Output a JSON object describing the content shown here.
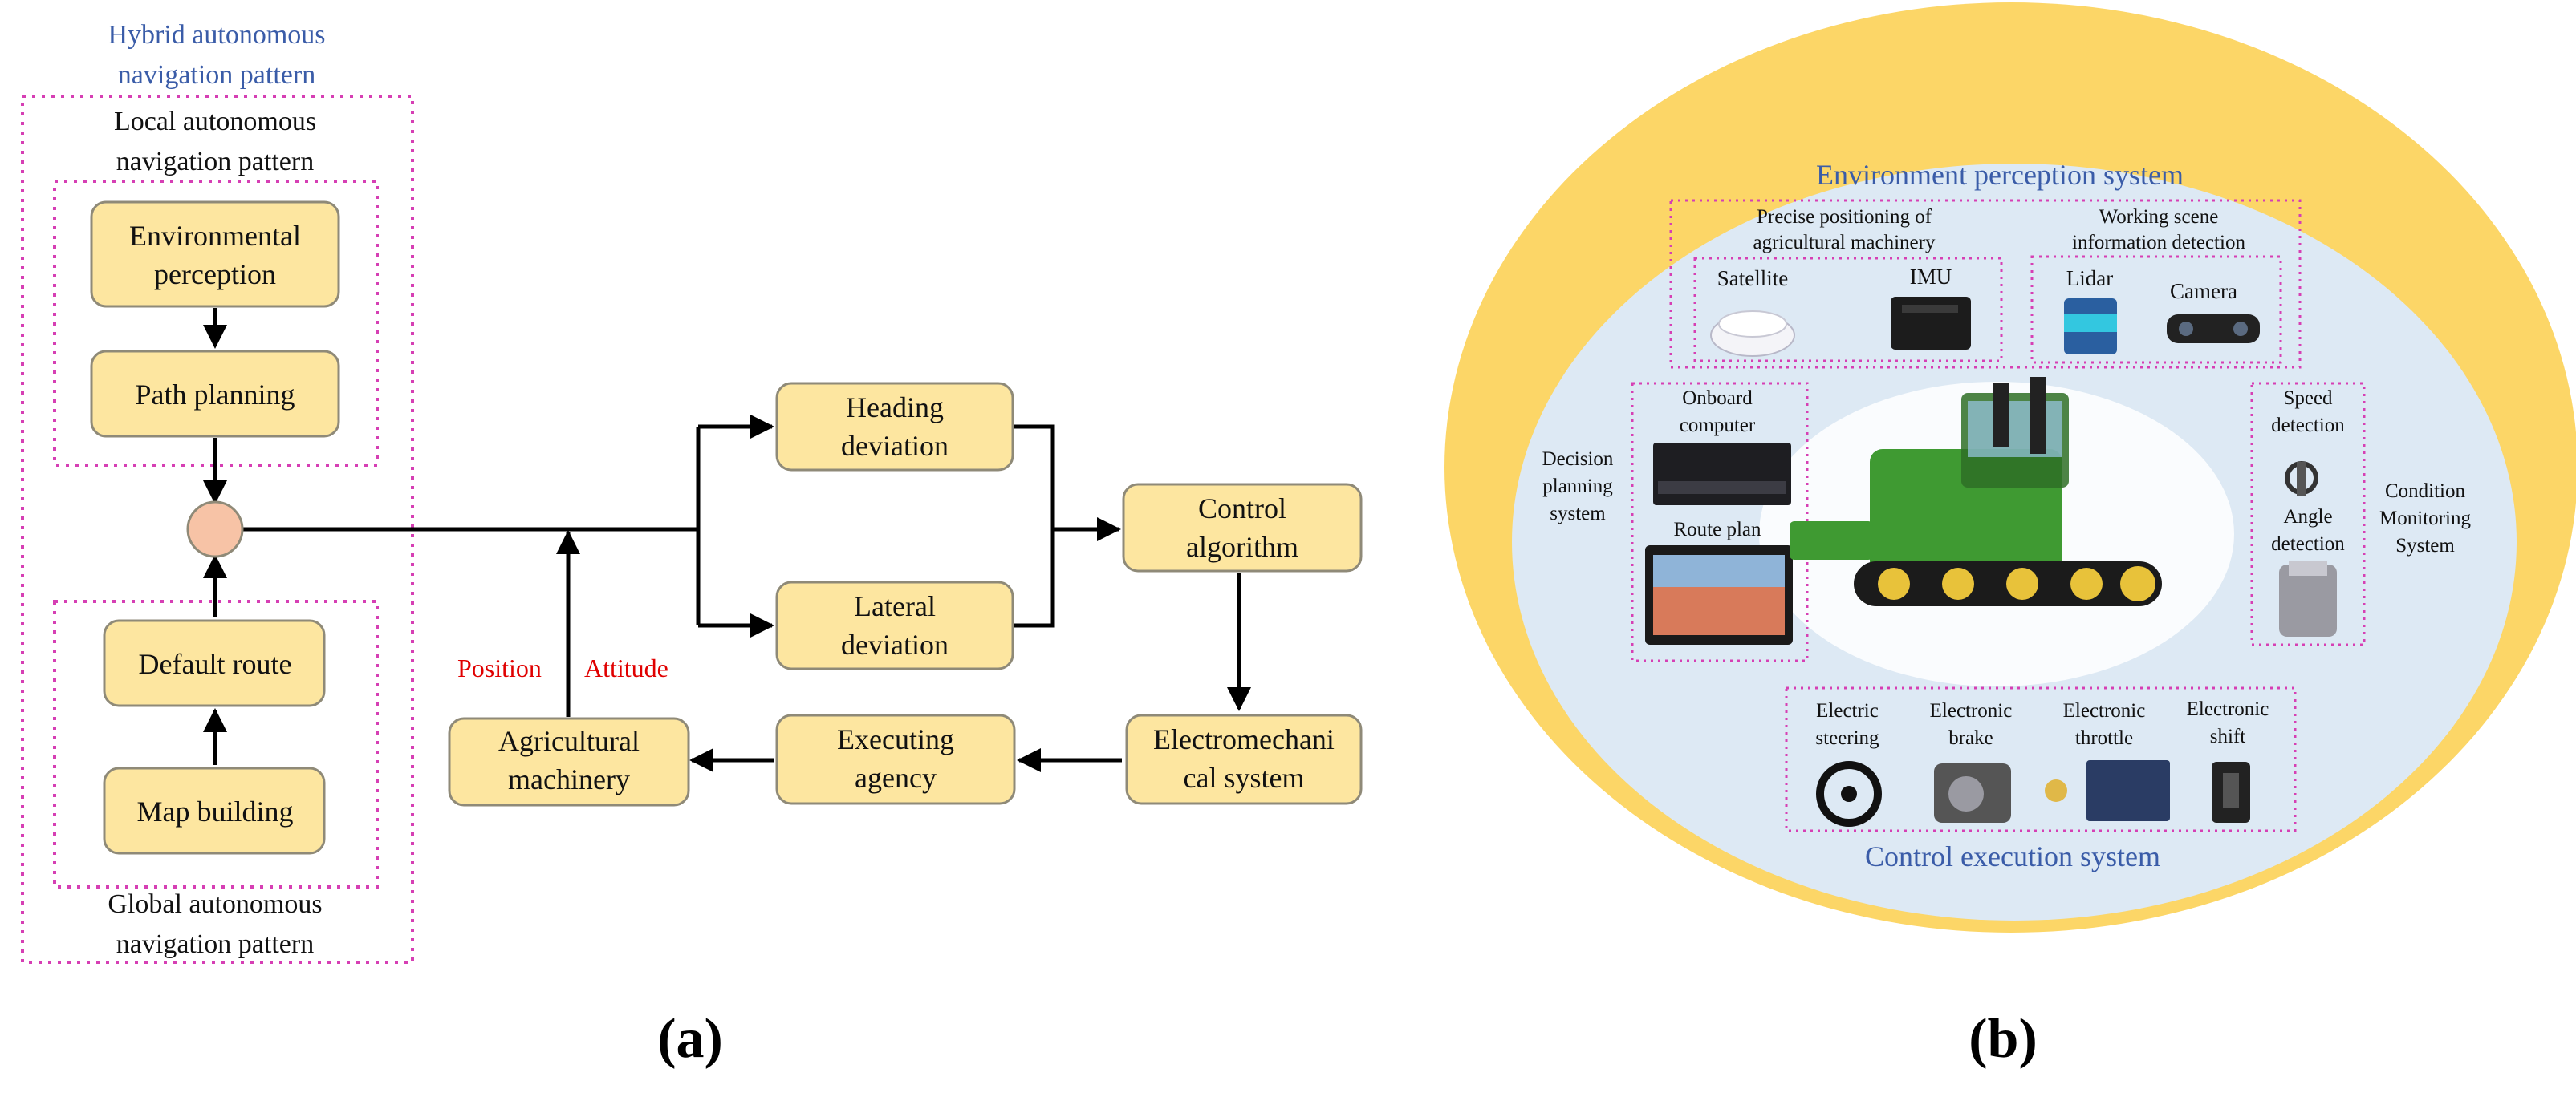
{
  "colors": {
    "box_fill": "#fde6a0",
    "box_stroke": "#8f8a78",
    "dotted": "#d63fb4",
    "blue_label": "#3a5ca8",
    "red_label": "#e00000",
    "junction_fill": "#f7c3a6",
    "oval_outer": "#fcd667",
    "oval_inner": "#dde9f4"
  },
  "panel_a": {
    "hybrid_label": [
      "Hybrid autonomous",
      "navigation pattern"
    ],
    "local_label": [
      "Local autonomous",
      "navigation pattern"
    ],
    "global_label": [
      "Global autonomous",
      "navigation pattern"
    ],
    "env_perception": [
      "Environmental",
      "perception"
    ],
    "path_planning": "Path planning",
    "default_route": "Default route",
    "map_building": "Map building",
    "heading_deviation": [
      "Heading",
      "deviation"
    ],
    "lateral_deviation": [
      "Lateral",
      "deviation"
    ],
    "control_algorithm": [
      "Control",
      "algorithm"
    ],
    "electromechanical": [
      "Electromechani",
      "cal system"
    ],
    "executing_agency": [
      "Executing",
      "agency"
    ],
    "agricultural_machinery": [
      "Agricultural",
      "machinery"
    ],
    "position": "Position",
    "attitude": "Attitude",
    "caption": "(a)"
  },
  "panel_b": {
    "env_system": "Environment perception system",
    "precise_positioning": [
      "Precise positioning of",
      "agricultural machinery"
    ],
    "working_scene": [
      "Working scene",
      "information detection"
    ],
    "satellite": "Satellite",
    "imu": "IMU",
    "lidar": "Lidar",
    "camera": "Camera",
    "onboard_computer": [
      "Onboard",
      "computer"
    ],
    "route_plan": "Route plan",
    "decision_planning": [
      "Decision",
      "planning",
      "system"
    ],
    "speed_detection": [
      "Speed",
      "detection"
    ],
    "angle_detection": [
      "Angle",
      "detection"
    ],
    "condition_monitoring": [
      "Condition",
      "Monitoring",
      "System"
    ],
    "electric_steering": [
      "Electric",
      "steering"
    ],
    "electronic_brake": [
      "Electronic",
      "brake"
    ],
    "electronic_throttle": [
      "Electronic",
      "throttle"
    ],
    "electronic_shift": [
      "Electronic",
      "shift"
    ],
    "control_system": "Control execution system",
    "caption": "(b)"
  }
}
